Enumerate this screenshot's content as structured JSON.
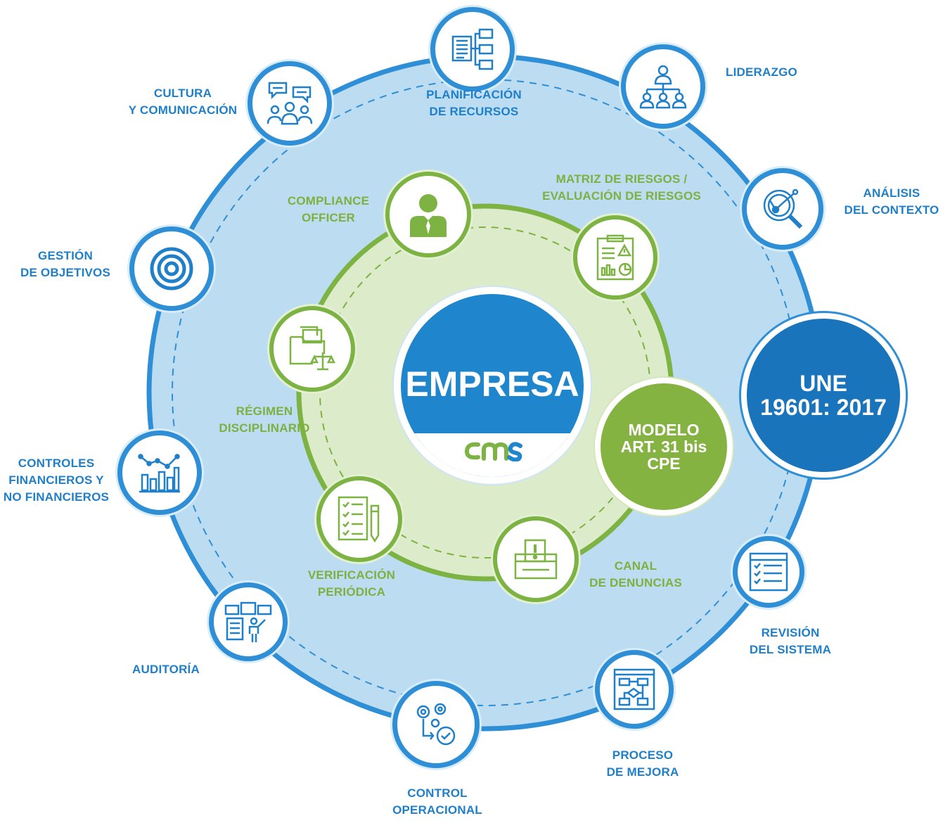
{
  "center": {
    "title": "EMPRESA",
    "logo": "cms-logo"
  },
  "modelo": {
    "text": "MODELO\nART. 31 bis\nCPE"
  },
  "une": {
    "text": "UNE\n19601: 2017"
  },
  "outer_items": {
    "planificacion": {
      "label": "PLANIFICACIÓN\nDE RECURSOS",
      "icon": "flowchart-icon"
    },
    "liderazgo": {
      "label": "LIDERAZGO",
      "icon": "hierarchy-icon"
    },
    "analisis": {
      "label": "ANÁLISIS\nDEL CONTEXTO",
      "icon": "magnifier-chart-icon"
    },
    "revision": {
      "label": "REVISIÓN\nDEL SISTEMA",
      "icon": "checklist-window-icon"
    },
    "proceso": {
      "label": "PROCESO\nDE MEJORA",
      "icon": "process-diagram-icon"
    },
    "control": {
      "label": "CONTROL\nOPERACIONAL",
      "icon": "gears-icon"
    },
    "auditoria": {
      "label": "AUDITORÍA",
      "icon": "presentation-icon"
    },
    "controles": {
      "label": "CONTROLES\nFINANCIEROS Y\nNO FINANCIEROS",
      "icon": "bar-chart-icon"
    },
    "objetivos": {
      "label": "GESTIÓN\nDE OBJETIVOS",
      "icon": "target-icon"
    },
    "cultura": {
      "label": "CULTURA\nY COMUNICACIÓN",
      "icon": "people-chat-icon"
    }
  },
  "inner_items": {
    "compliance": {
      "label": "COMPLIANCE\nOFFICER",
      "icon": "officer-icon"
    },
    "matriz": {
      "label": "MATRIZ DE RIESGOS /\nEVALUACIÓN DE RIESGOS",
      "icon": "risk-report-icon"
    },
    "canal": {
      "label": "CANAL\nDE DENUNCIAS",
      "icon": "report-box-icon"
    },
    "verificacion": {
      "label": "VERIFICACIÓN\nPERIÓDICA",
      "icon": "checklist-pencil-icon"
    },
    "regimen": {
      "label": "RÉGIMEN\nDISCIPLINARIO",
      "icon": "folder-scales-icon"
    }
  },
  "colors": {
    "blue": "#2f8fd6",
    "light_blue_ring": "#bcdcf2",
    "dark_blue": "#1a74bb",
    "green": "#7cb342",
    "light_green_ring": "#dcebc9"
  }
}
